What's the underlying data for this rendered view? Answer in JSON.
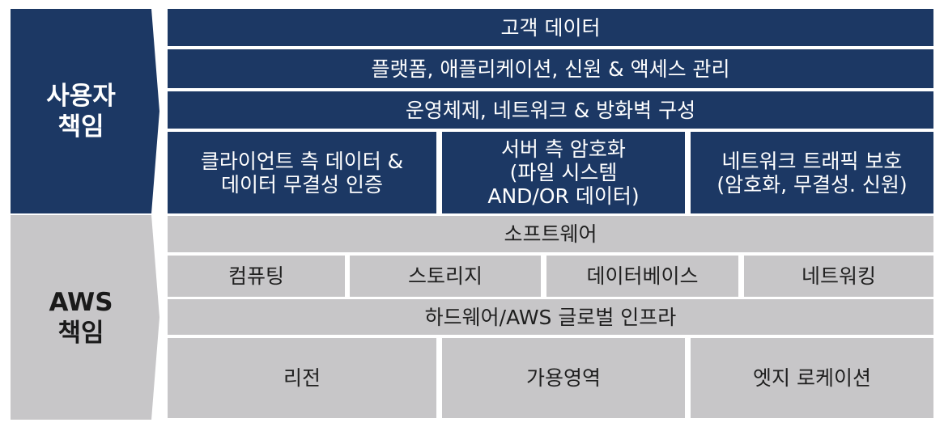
{
  "left": {
    "customer_label": "사용자\n책임",
    "aws_label": "AWS\n책임"
  },
  "customer": {
    "row1": "고객 데이터",
    "row2": "플랫폼, 애플리케이션, 신원 & 액세스 관리",
    "row3": "운영체제, 네트워크 & 방화벽 구성",
    "row4": [
      "클라이언트 측 데이터 &\n데이터 무결성 인증",
      "서버 측 암호화\n(파일 시스템\nAND/OR 데이터)",
      "네트워크 트래픽 보호\n(암호화, 무결성. 신원)"
    ]
  },
  "aws": {
    "software": "소프트웨어",
    "services": [
      "컴퓨팅",
      "스토리지",
      "데이터베이스",
      "네트워킹"
    ],
    "infrastructure": "하드웨어/AWS 글로벌 인프라",
    "locations": [
      "리전",
      "가용영역",
      "엣지 로케이션"
    ]
  },
  "colors": {
    "navy": "#1c3864",
    "gray": "#c7c6c8"
  }
}
